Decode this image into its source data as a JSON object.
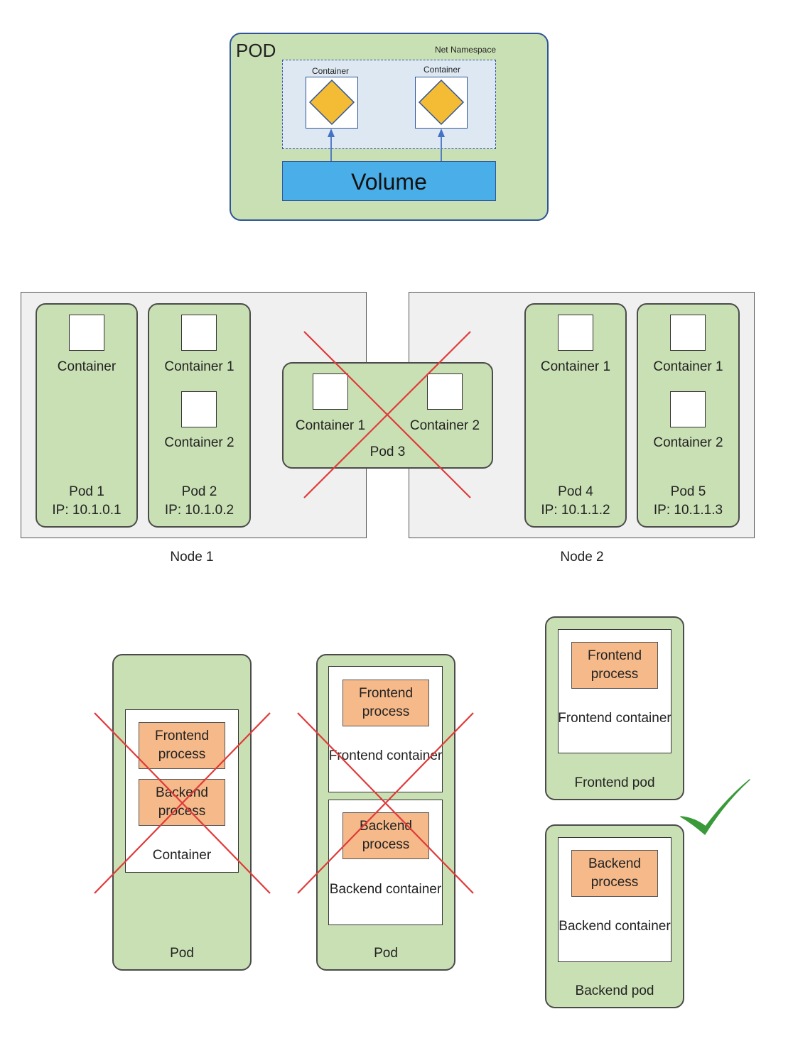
{
  "top": {
    "pod_label": "POD",
    "namespace_label": "Net Namespace",
    "container_left": "Container",
    "container_right": "Container",
    "volume_label": "Volume",
    "colors": {
      "pod": "#c9e0b4",
      "pod_border": "#2f5597",
      "namespace": "#dde8f2",
      "volume": "#4aaee8",
      "diamond": "#f4bc35",
      "arrow": "#4472c4"
    }
  },
  "middle": {
    "pod1": {
      "container": "Container",
      "name": "Pod 1",
      "ip": "IP: 10.1.0.1"
    },
    "pod2": {
      "container1": "Container 1",
      "container2": "Container 2",
      "name": "Pod 2",
      "ip": "IP: 10.1.0.2"
    },
    "pod3": {
      "container1": "Container 1",
      "container2": "Container 2",
      "name": "Pod 3"
    },
    "pod4": {
      "container": "Container 1",
      "name": "Pod 4",
      "ip": "IP: 10.1.1.2"
    },
    "pod5": {
      "container1": "Container 1",
      "container2": "Container 2",
      "name": "Pod 5",
      "ip": "IP: 10.1.1.3"
    },
    "node1": "Node 1",
    "node2": "Node 2"
  },
  "bottom": {
    "left": {
      "frontend_process": "Frontend process",
      "backend_process": "Backend process",
      "container": "Container",
      "pod": "Pod"
    },
    "middle": {
      "frontend_process": "Frontend process",
      "frontend_container": "Frontend container",
      "backend_process": "Backend process",
      "backend_container": "Backend container",
      "pod": "Pod"
    },
    "right_top": {
      "process": "Frontend process",
      "container": "Frontend container",
      "pod": "Frontend pod"
    },
    "right_bottom": {
      "process": "Backend process",
      "container": "Backend container",
      "pod": "Backend pod"
    },
    "colors": {
      "cross": "#e03a3a",
      "check": "#3a9a3a",
      "process": "#f5b98a"
    }
  }
}
